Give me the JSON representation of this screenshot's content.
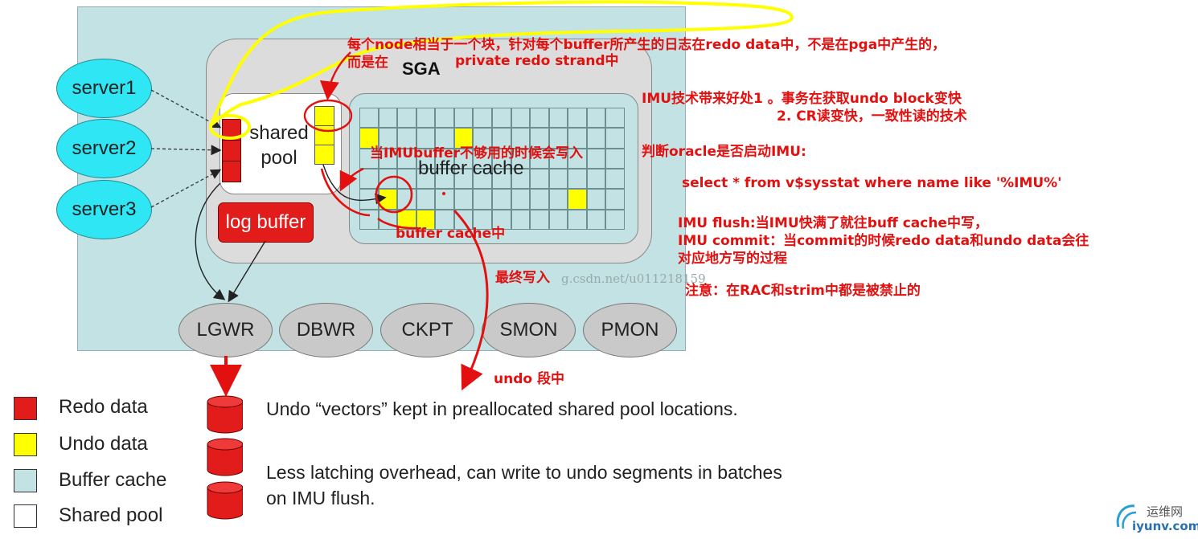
{
  "diagram": {
    "sga_label": "SGA",
    "shared_pool_label": [
      "shared",
      "pool"
    ],
    "buffer_cache_label": "buffer cache",
    "log_buffer_label": "log buffer",
    "servers": [
      "server1",
      "server2",
      "server3"
    ],
    "processes": [
      "LGWR",
      "DBWR",
      "CKPT",
      "SMON",
      "PMON"
    ]
  },
  "annotations": {
    "node_block_1": "每个node相当于一个块，针对每个buffer所产生的日志在redo data中，不是在pga中产生的，",
    "node_block_2": "而是在",
    "private_strand": "private redo strand中",
    "imu_benefit_1": "IMU技术带来好处1 。事务在获取undo block变快",
    "imu_benefit_2": "2. CR读变快，一致性读的技术",
    "imu_not_enough": "当IMUbuffer不够用的时候会写入",
    "check_imu": "判断oracle是否启动IMU:",
    "sql": "select * from v$sysstat where name like '%IMU%'",
    "buffer_cache_in": "buffer cache中",
    "imu_flush": "IMU flush:当IMU快满了就往buff cache中写，",
    "imu_commit_1": "IMU commit：当commit的时候redo data和undo data会往",
    "imu_commit_2": "对应地方写的过程",
    "final_write": "最终写入",
    "note": "注意：在RAC和strim中都是被禁止的",
    "undo_segment": "undo 段中"
  },
  "legend": [
    {
      "label": "Redo data",
      "color": "#e21b1b"
    },
    {
      "label": "Undo data",
      "color": "#ffff00"
    },
    {
      "label": "Buffer cache",
      "color": "#c2e2e4"
    },
    {
      "label": "Shared pool",
      "color": "#ffffff"
    }
  ],
  "body_text": {
    "p1": "Undo “vectors” kept in preallocated shared pool locations.",
    "p2": "Less latching overhead, can write to undo segments in batches on IMU flush."
  },
  "watermark": {
    "url": "g.csdn.net/u011218159",
    "logo_cn": "运维网",
    "logo_url": "iyunv.com"
  },
  "colors": {
    "redo": "#e21b1b",
    "undo": "#ffff00",
    "buffer_cache": "#c2e2e4",
    "annotation_red": "#e31010",
    "highlight_yellow": "#ffff00"
  }
}
